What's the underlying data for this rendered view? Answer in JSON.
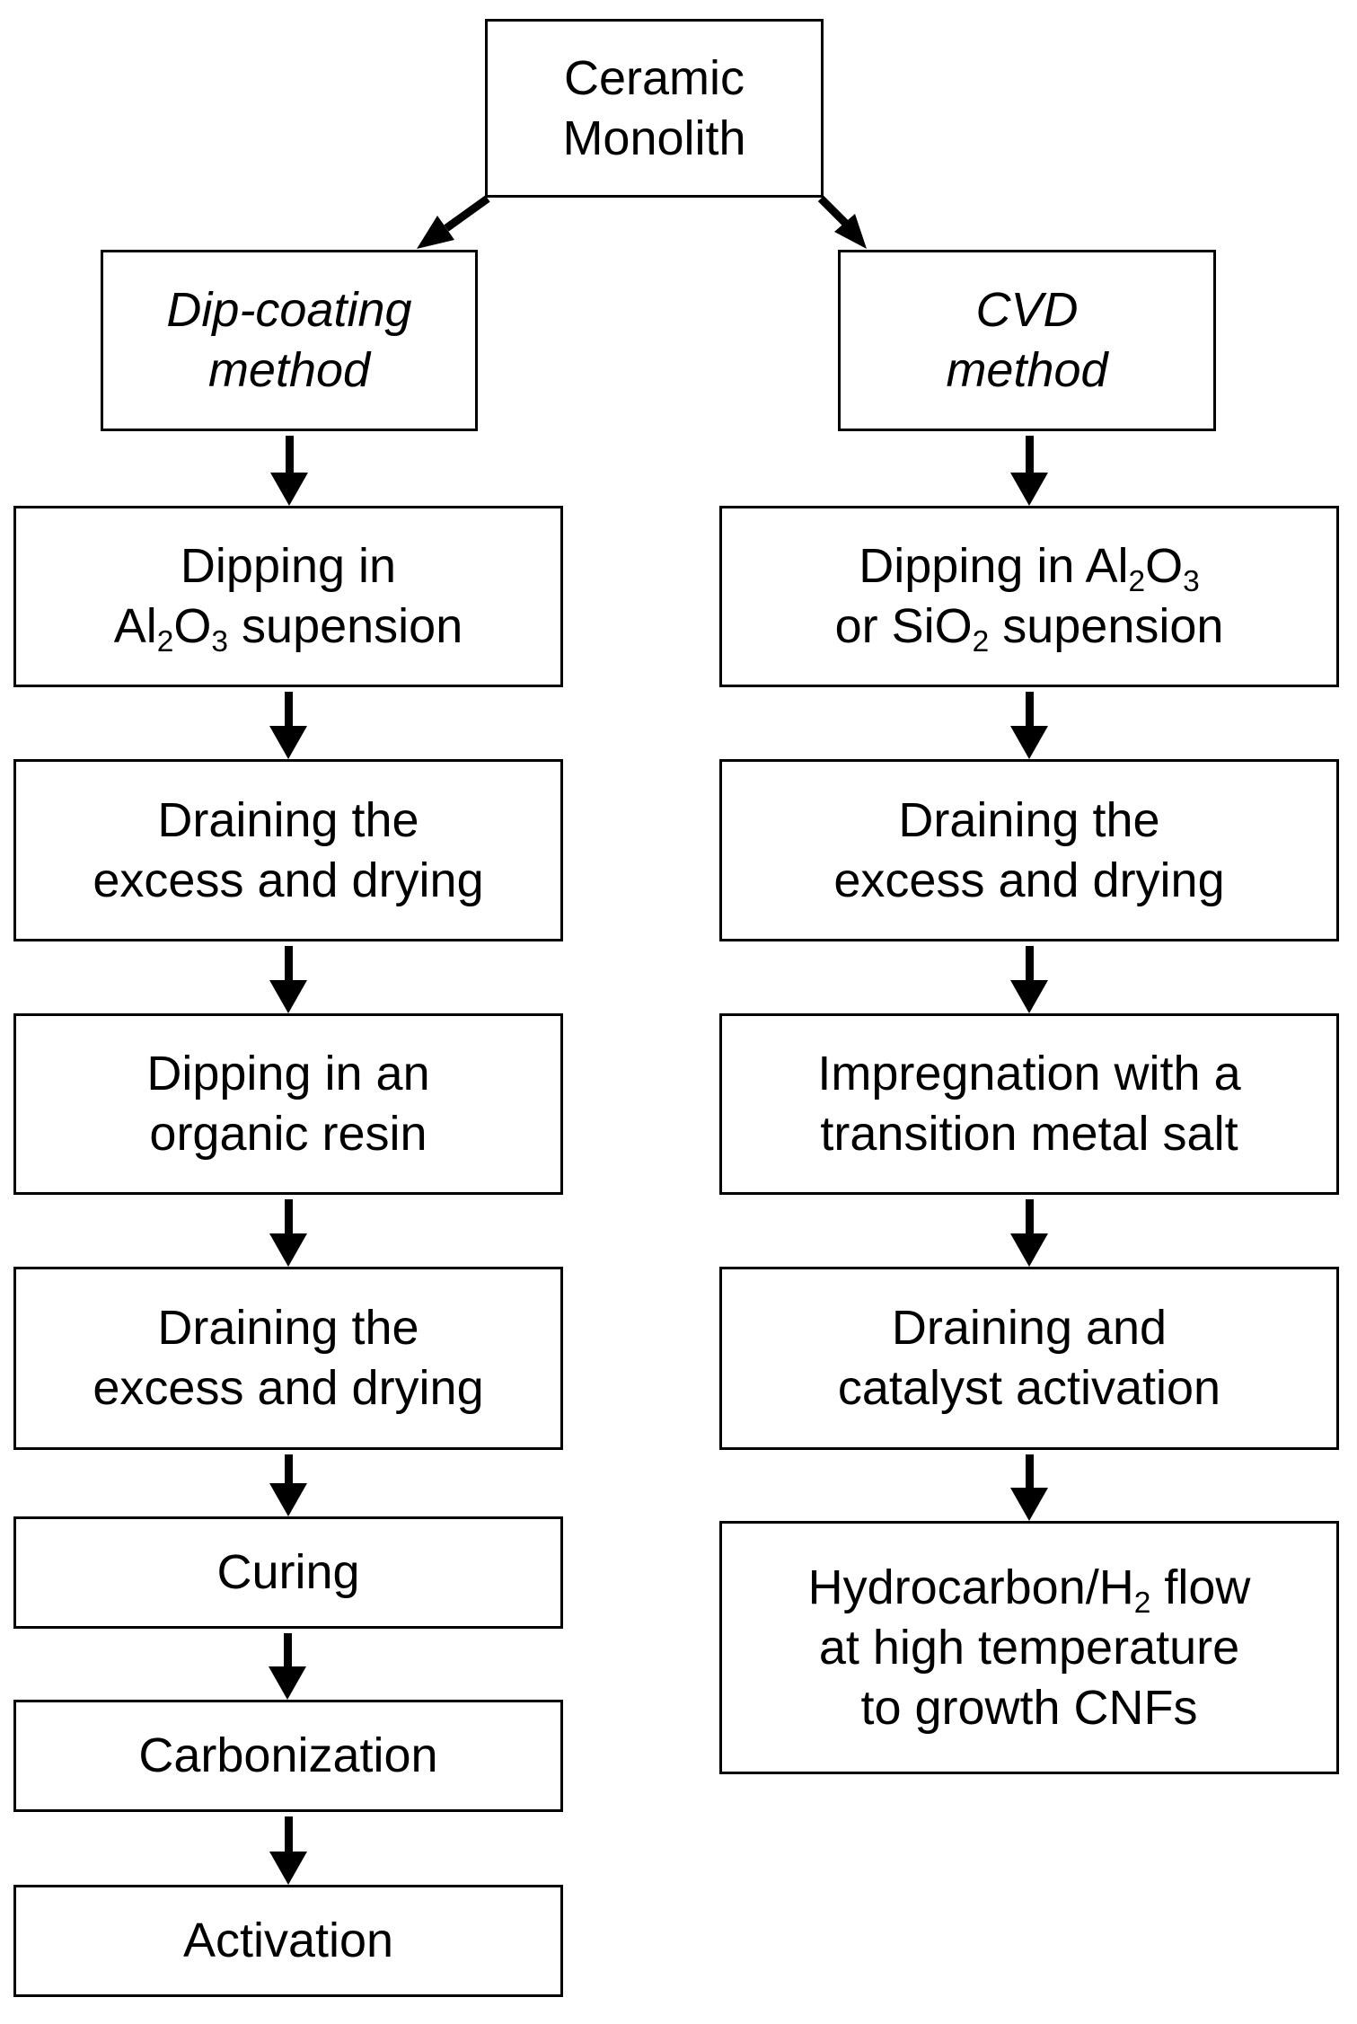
{
  "colors": {
    "background": "#ffffff",
    "box_border": "#000000",
    "text": "#000000",
    "arrow": "#000000"
  },
  "flowchart": {
    "boxes": {
      "root": {
        "lines": [
          [
            "Ceramic"
          ],
          [
            "Monolith"
          ]
        ]
      },
      "dip_method": {
        "lines": [
          [
            "Dip-coating"
          ],
          [
            "method"
          ]
        ],
        "style": "italic"
      },
      "cvd_method": {
        "lines": [
          [
            "CVD"
          ],
          [
            "method"
          ]
        ],
        "style": "italic"
      },
      "left1": {
        "lines": [
          [
            "Dipping in"
          ],
          [
            "Al",
            {
              "sub": "2"
            },
            "O",
            {
              "sub": "3"
            },
            " supension"
          ]
        ]
      },
      "left2": {
        "lines": [
          [
            "Draining the"
          ],
          [
            "excess and drying"
          ]
        ]
      },
      "left3": {
        "lines": [
          [
            "Dipping in an"
          ],
          [
            "organic resin"
          ]
        ]
      },
      "left4": {
        "lines": [
          [
            "Draining the"
          ],
          [
            "excess and drying"
          ]
        ]
      },
      "left5": {
        "lines": [
          [
            "Curing"
          ]
        ]
      },
      "left6": {
        "lines": [
          [
            "Carbonization"
          ]
        ]
      },
      "left7": {
        "lines": [
          [
            "Activation"
          ]
        ]
      },
      "right1": {
        "lines": [
          [
            "Dipping in Al",
            {
              "sub": "2"
            },
            "O",
            {
              "sub": "3"
            }
          ],
          [
            "or SiO",
            {
              "sub": "2"
            },
            " supension"
          ]
        ]
      },
      "right2": {
        "lines": [
          [
            "Draining the"
          ],
          [
            "excess and drying"
          ]
        ]
      },
      "right3": {
        "lines": [
          [
            "Impregnation with a"
          ],
          [
            "transition metal salt"
          ]
        ]
      },
      "right4": {
        "lines": [
          [
            "Draining and"
          ],
          [
            "catalyst activation"
          ]
        ]
      },
      "right5": {
        "lines": [
          [
            "Hydrocarbon/H",
            {
              "sub": "2"
            },
            " flow"
          ],
          [
            "at high temperature"
          ],
          [
            "to growth CNFs"
          ]
        ]
      }
    },
    "edges": [
      {
        "from": "root",
        "to": "dip_method"
      },
      {
        "from": "root",
        "to": "cvd_method"
      },
      {
        "from": "dip_method",
        "to": "left1"
      },
      {
        "from": "left1",
        "to": "left2"
      },
      {
        "from": "left2",
        "to": "left3"
      },
      {
        "from": "left3",
        "to": "left4"
      },
      {
        "from": "left4",
        "to": "left5"
      },
      {
        "from": "left5",
        "to": "left6"
      },
      {
        "from": "left6",
        "to": "left7"
      },
      {
        "from": "cvd_method",
        "to": "right1"
      },
      {
        "from": "right1",
        "to": "right2"
      },
      {
        "from": "right2",
        "to": "right3"
      },
      {
        "from": "right3",
        "to": "right4"
      },
      {
        "from": "right4",
        "to": "right5"
      }
    ]
  }
}
